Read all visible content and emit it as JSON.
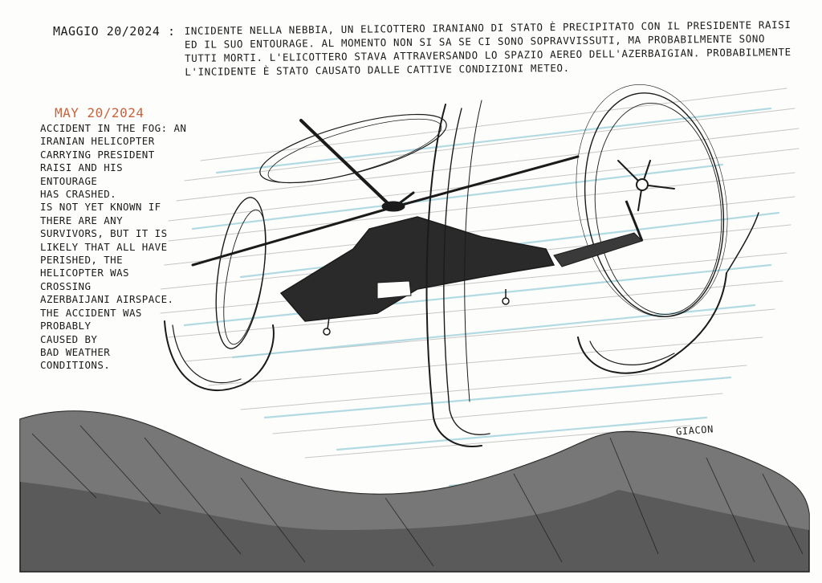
{
  "header": {
    "italian_date": "MAGGIO 20/2024 :",
    "italian_text": "INCIDENTE NELLA NEBBIA, UN ELICOTTERO IRANIANO DI STATO È PRECIPITATO CON IL PRESIDENTE RAISI ED IL SUO ENTOURAGE. AL MOMENTO NON SI SA SE CI SONO SOPRAVVISSUTI, MA PROBABILMENTE SONO TUTTI MORTI. L'ELICOTTERO STAVA ATTRAVERSANDO LO SPAZIO AEREO DELL'AZERBAIGIAN. PROBABILMENTE L'INCIDENTE È STATO CAUSATO DALLE CATTIVE CONDIZIONI METEO."
  },
  "english_note": {
    "date": "MAY 20/2024",
    "lines": [
      "  ACCIDENT IN THE FOG: AN",
      "IRANIAN HELICOPTER",
      "CARRYING PRESIDENT",
      "RAISI AND HIS",
      "ENTOURAGE",
      "HAS CRASHED.",
      "IS NOT YET KNOWN IF",
      "THERE ARE ANY",
      "SURVIVORS, BUT IT IS",
      "LIKELY THAT ALL HAVE",
      "PERISHED, THE",
      "HELICOPTER WAS",
      "CROSSING",
      "AZERBAIJANI AIRSPACE.",
      "THE ACCIDENT WAS",
      "PROBABLY",
      "CAUSED BY",
      "BAD WEATHER",
      "CONDITIONS."
    ]
  },
  "signature": "GIACON",
  "colors": {
    "ink": "#1b1b1b",
    "date_accent": "#c8623e",
    "fog_blue": "#9fd2dc",
    "fog_grey": "#9a9a9a"
  }
}
